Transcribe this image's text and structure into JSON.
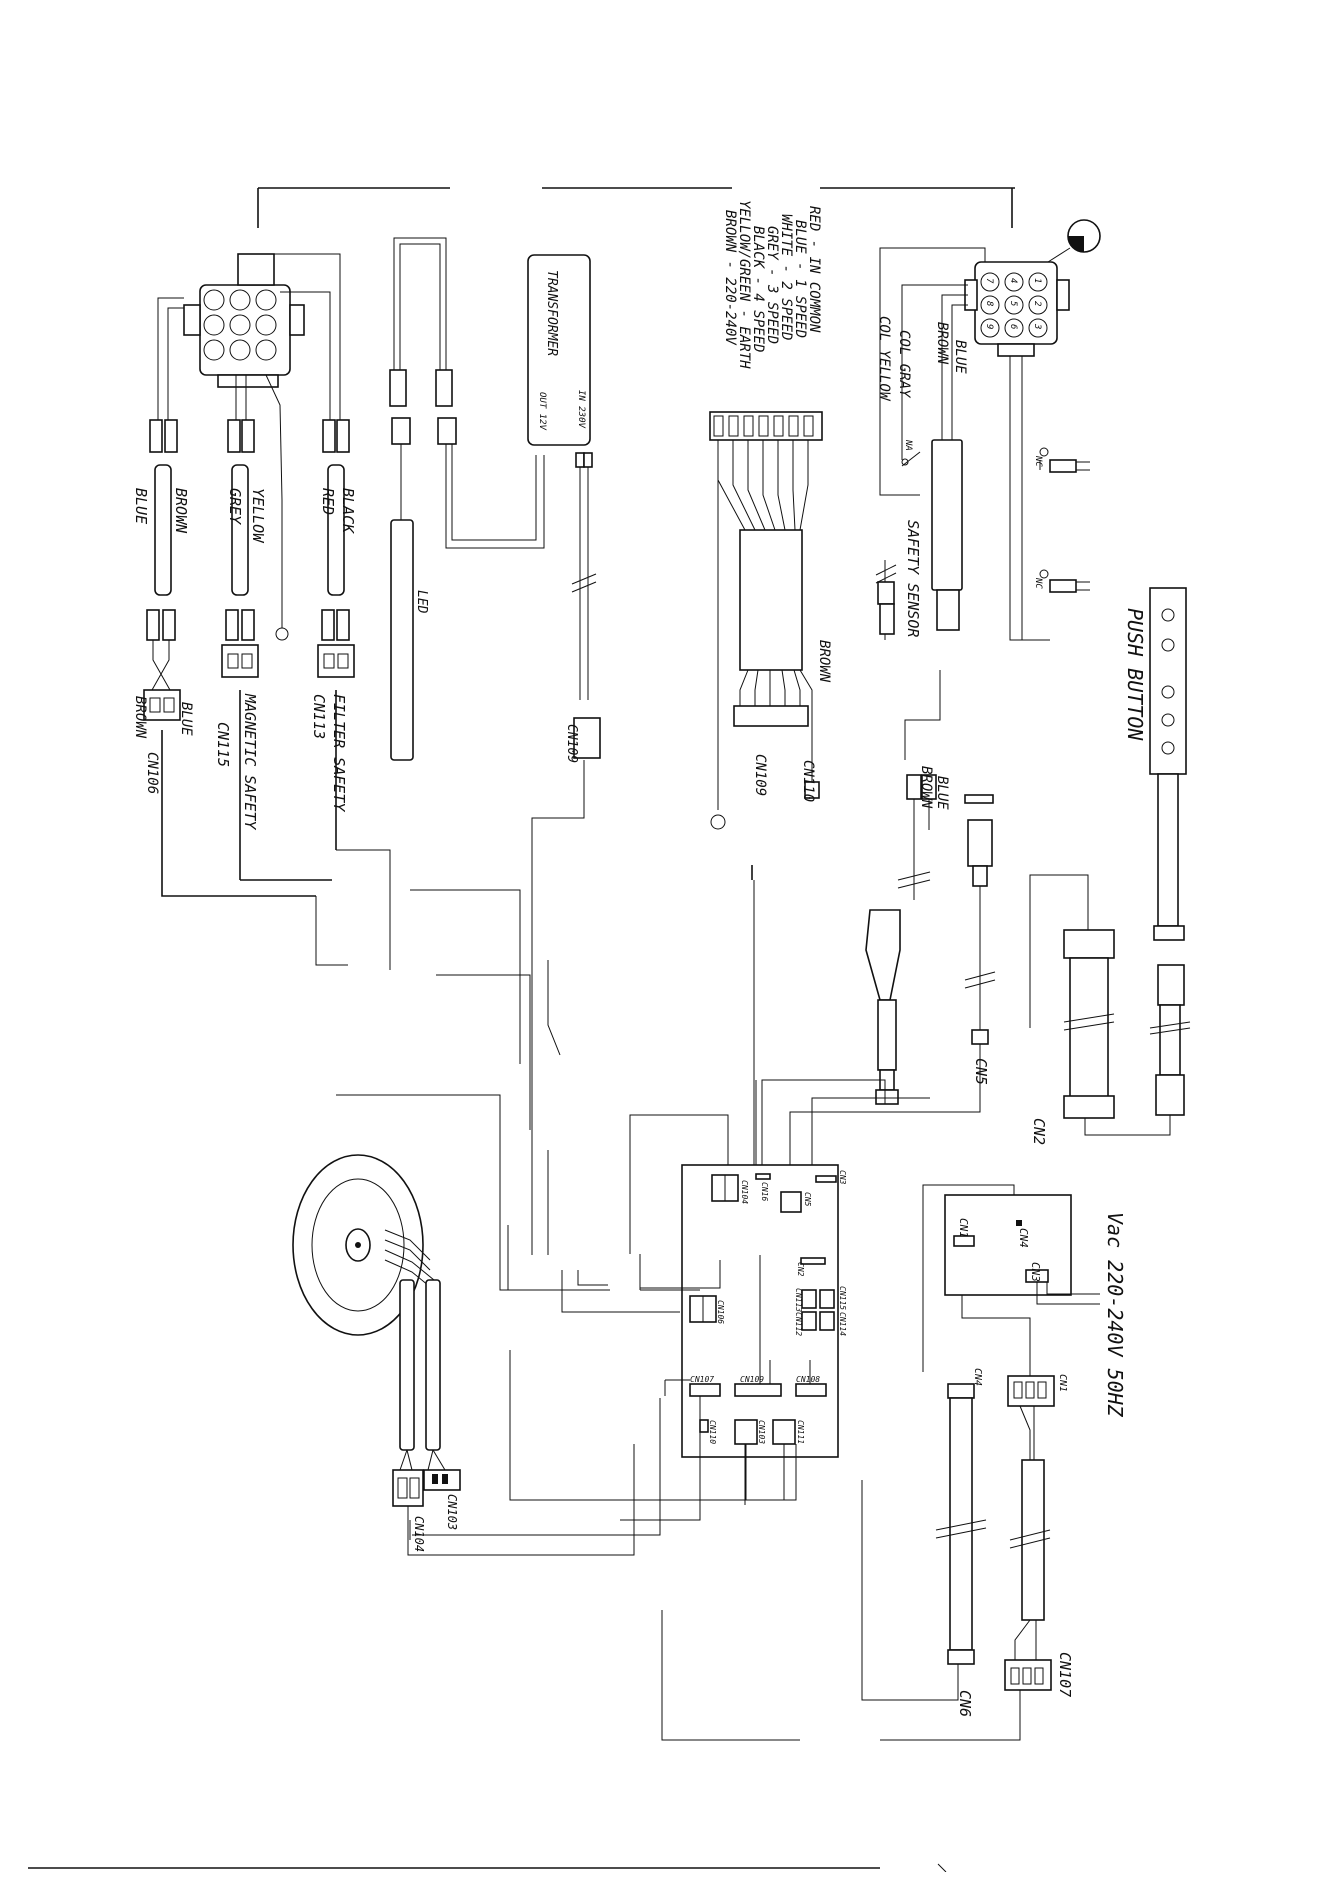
{
  "labels": {
    "transformer": "TRANSFORMER",
    "in_230v": "IN 230V",
    "out_12v": "OUT 12V",
    "led": "LED",
    "black": "BLACK",
    "red": "RED",
    "yellow": "YELLOW",
    "grey": "GREY",
    "brown": "BROWN",
    "blue": "BLUE",
    "filter_safety": "FILTER SAFETY",
    "cn113": "CN113",
    "magnetic_safety": "MAGNETIC SAFETY",
    "cn115": "CN115",
    "cn106": "CN106",
    "cn109": "CN109",
    "cn110": "CN110",
    "safety_sensor": "SAFETY SENSOR",
    "push_button": "PUSH BUTTON",
    "cn5": "CN5",
    "cn2": "CN2",
    "col_gray": "COL GRAY",
    "col_yellow": "COL YELLOW",
    "na": "NA",
    "nc": "NC",
    "vac": "Vac 220-240V 50HZ",
    "cn4": "CN4",
    "cn1": "CN1",
    "cn3": "CN3",
    "cn6": "CN6",
    "cn107": "CN107",
    "cn103": "CN103",
    "cn104": "CN104"
  },
  "color_legend": [
    "RED - IN COMMON",
    "BLUE - 1 SPEED",
    "WHITE - 2 SPEED",
    "GREY - 3 SPEED",
    "BLACK - 4 SPEED",
    "YELLOW/GREEN - EARTH",
    "BROWN - 220-240V"
  ],
  "pcb_labels": [
    "CN104",
    "CN16",
    "CN5",
    "CN3",
    "CN2",
    "CN113",
    "CN115",
    "CN112",
    "CN114",
    "CN106",
    "CN107",
    "CN109",
    "CN108",
    "CN110",
    "CN103",
    "CN111"
  ],
  "motor_pins": [
    "1",
    "2",
    "3",
    "4",
    "5",
    "6",
    "7",
    "8",
    "9"
  ],
  "colors": {
    "ink": "#111111",
    "paper": "#ffffff"
  }
}
